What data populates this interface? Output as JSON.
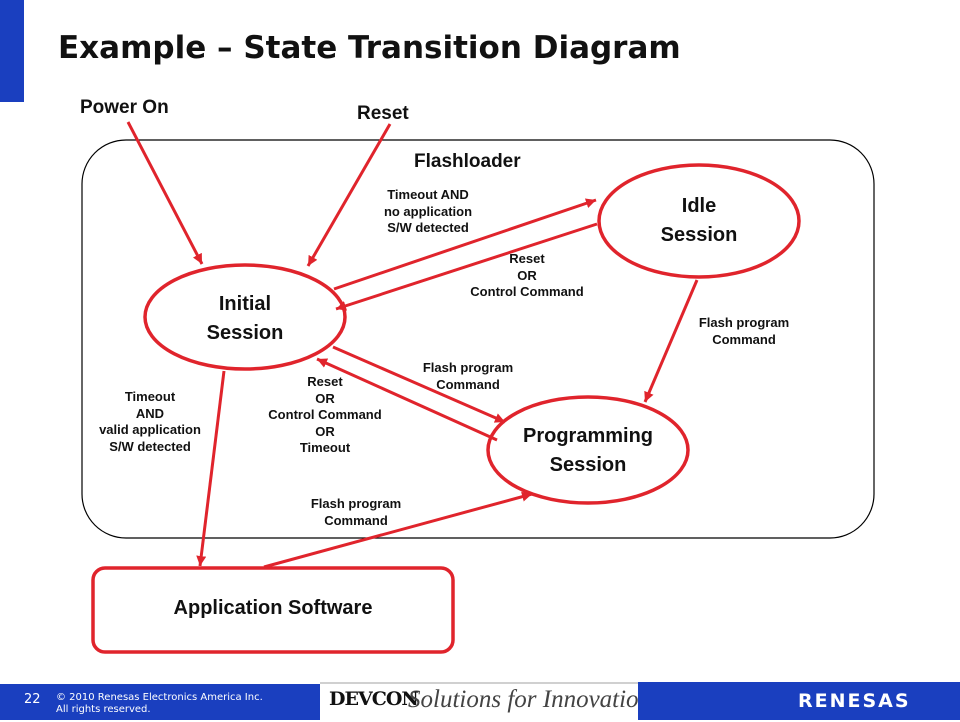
{
  "slide": {
    "title": "Example – State Transition Diagram"
  },
  "diagram": {
    "external_inputs": {
      "power_on": "Power On",
      "reset": "Reset"
    },
    "container_label": "Flashloader",
    "states": {
      "initial": "Initial\nSession",
      "idle": "Idle\nSession",
      "programming": "Programming\nSession",
      "application": "Application Software"
    },
    "transitions": {
      "initial_to_idle": "Timeout AND\nno application\nS/W detected",
      "idle_to_initial": "Reset\nOR\nControl Command",
      "idle_to_programming": "Flash program\nCommand",
      "initial_to_programming": "Flash program\nCommand",
      "programming_to_initial": "Reset\nOR\nControl Command\nOR\nTimeout",
      "initial_to_application": "Timeout\nAND\nvalid application\nS/W detected",
      "application_to_programming": "Flash program\nCommand"
    },
    "colors": {
      "state_stroke": "#e0242c",
      "arrow": "#e0242c",
      "container_stroke": "#000000"
    }
  },
  "footer": {
    "page_number": "22",
    "copyright": "© 2010 Renesas Electronics America Inc.\nAll rights reserved.",
    "event_logo": "DEVCON",
    "tagline": "Solutions for Innovation",
    "company_logo": "RENESAS"
  }
}
